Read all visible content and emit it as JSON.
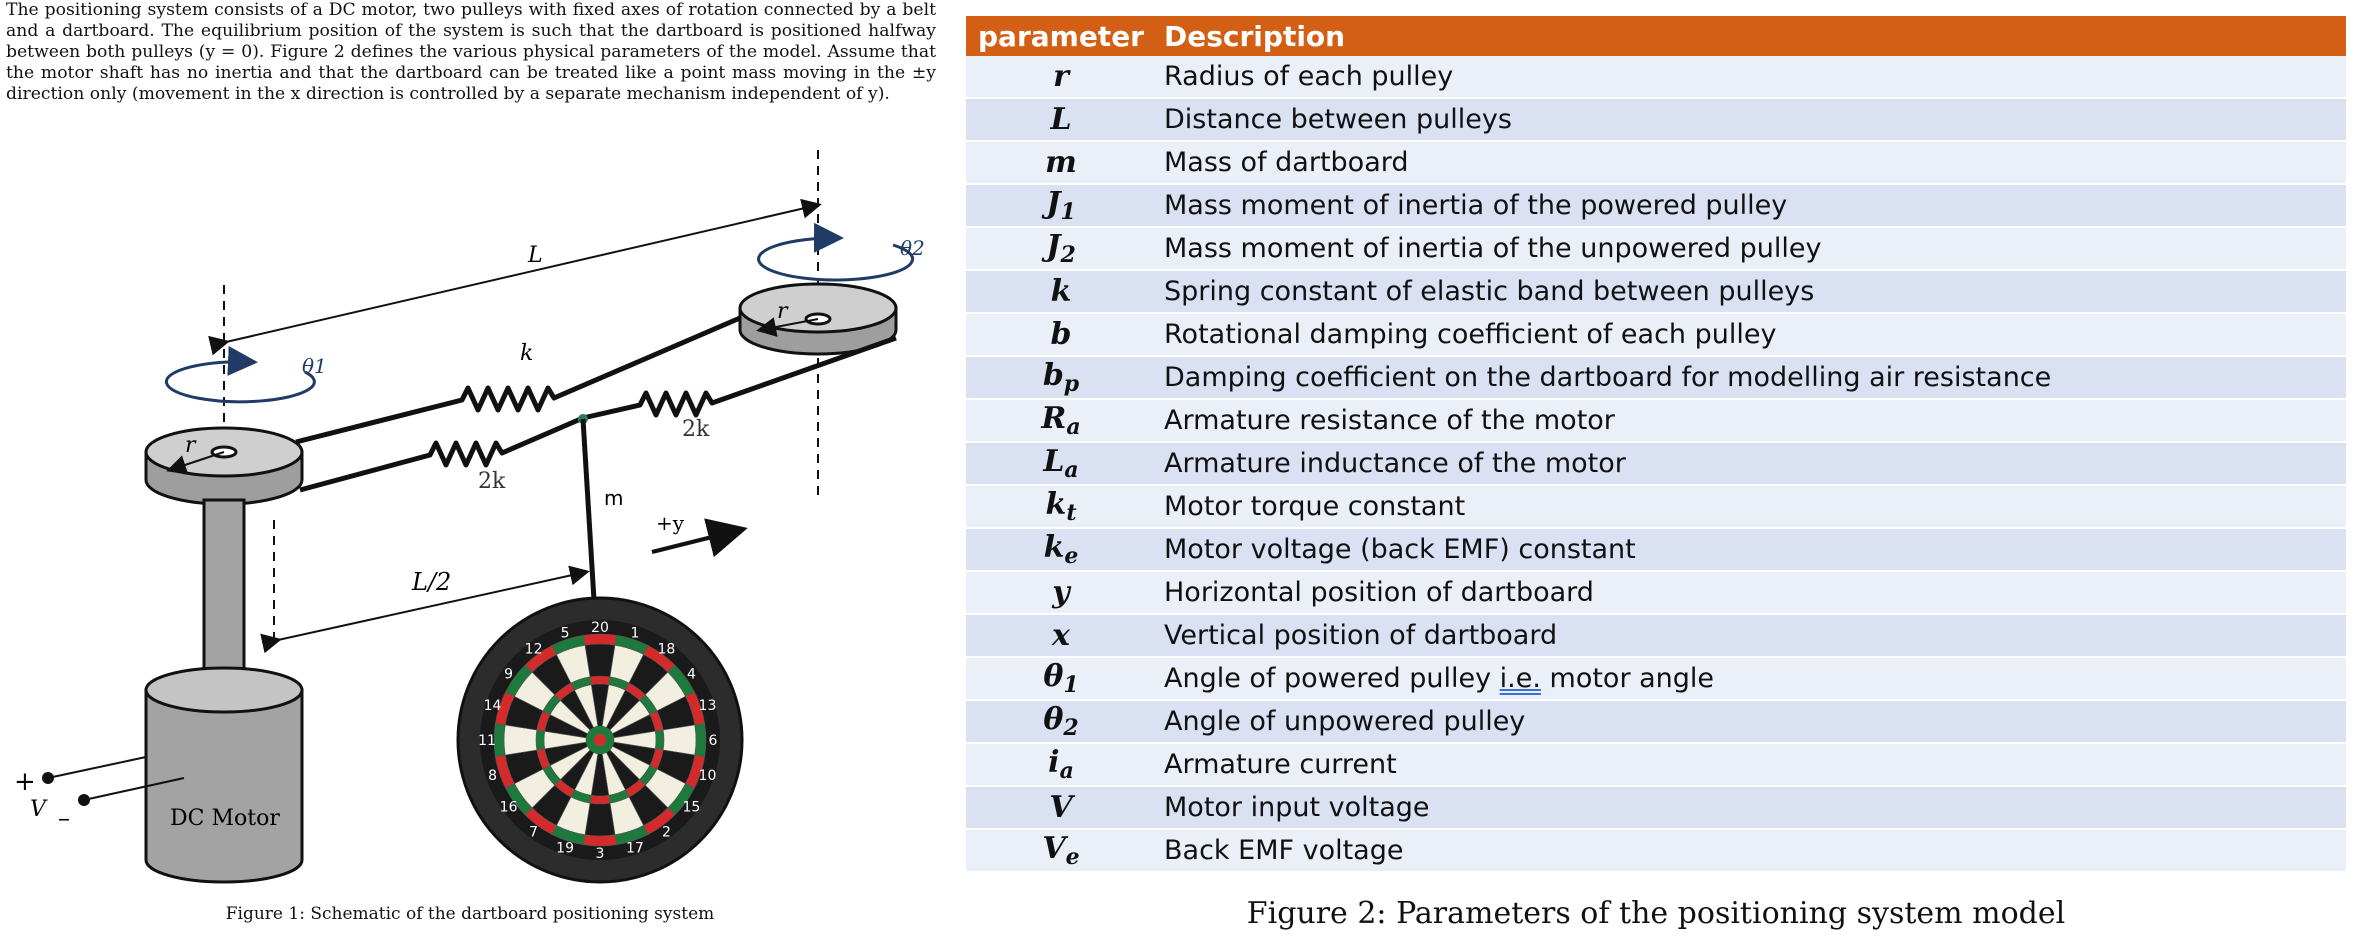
{
  "intro_text": "The positioning system consists of a DC motor, two pulleys with fixed axes of rotation connected by a belt and a dartboard. The equilibrium position of the system is such that the dartboard is positioned halfway between both pulleys (y = 0). Figure 2 defines the various physical parameters of the model. Assume that the motor shaft has no inertia and that the dartboard can be treated like a point mass moving in the ±y direction only (movement in the x direction is controlled by a separate mechanism independent of y).",
  "figure1": {
    "caption": "Figure 1: Schematic of the dartboard positioning system",
    "labels": {
      "L": "L",
      "k": "k",
      "two_k_right": "2k",
      "two_k_left": "2k",
      "m": "m",
      "plus_y": "+y",
      "L_half": "L/2",
      "theta1": "θ1",
      "theta2": "θ2",
      "r_left": "r",
      "r_right": "r",
      "motor": "DC Motor",
      "plus": "+",
      "V": "V",
      "minus": "–"
    },
    "dartboard_numbers": [
      "20",
      "1",
      "18",
      "4",
      "13",
      "6",
      "10",
      "15",
      "2",
      "17",
      "3",
      "19",
      "7",
      "16",
      "8",
      "11",
      "14",
      "9",
      "12",
      "5"
    ],
    "colors": {
      "theta_arrow": "#1f3b66",
      "dart_red": "#d42a2a",
      "dart_green": "#1e7a3c",
      "dart_black": "#1a1a1a",
      "dart_cream": "#f3efe0"
    }
  },
  "table": {
    "header": {
      "parameter": "parameter",
      "description": "Description"
    },
    "header_color": "#d35f14",
    "rows": [
      {
        "sym": "r",
        "sub": "",
        "desc": "Radius of each pulley"
      },
      {
        "sym": "L",
        "sub": "",
        "desc": "Distance between pulleys"
      },
      {
        "sym": "m",
        "sub": "",
        "desc": "Mass of dartboard"
      },
      {
        "sym": "J",
        "sub": "1",
        "desc": "Mass moment of inertia of the powered pulley"
      },
      {
        "sym": "J",
        "sub": "2",
        "desc": "Mass moment of inertia of the unpowered pulley"
      },
      {
        "sym": "k",
        "sub": "",
        "desc": "Spring constant of elastic band between pulleys"
      },
      {
        "sym": "b",
        "sub": "",
        "desc": "Rotational damping coefficient of each pulley"
      },
      {
        "sym": "b",
        "sub": "p",
        "desc": "Damping coefficient on the dartboard for modelling air resistance"
      },
      {
        "sym": "R",
        "sub": "a",
        "desc": "Armature resistance of the motor"
      },
      {
        "sym": "L",
        "sub": "a",
        "desc": "Armature inductance of the motor"
      },
      {
        "sym": "k",
        "sub": "t",
        "desc": "Motor torque constant"
      },
      {
        "sym": "k",
        "sub": "e",
        "desc": "Motor voltage (back EMF) constant"
      },
      {
        "sym": "y",
        "sub": "",
        "desc": "Horizontal position of dartboard"
      },
      {
        "sym": "x",
        "sub": "",
        "desc": "Vertical position of dartboard"
      },
      {
        "sym": "θ",
        "sub": "1",
        "desc": "Angle of powered pulley i.e. motor angle"
      },
      {
        "sym": "θ",
        "sub": "2",
        "desc": "Angle of unpowered pulley"
      },
      {
        "sym": "i",
        "sub": "a",
        "desc": "Armature current"
      },
      {
        "sym": "V",
        "sub": "",
        "desc": "Motor input voltage"
      },
      {
        "sym": "V",
        "sub": "e",
        "desc": "Back EMF voltage"
      }
    ]
  },
  "figure2": {
    "caption": "Figure 2: Parameters of the positioning system model"
  }
}
